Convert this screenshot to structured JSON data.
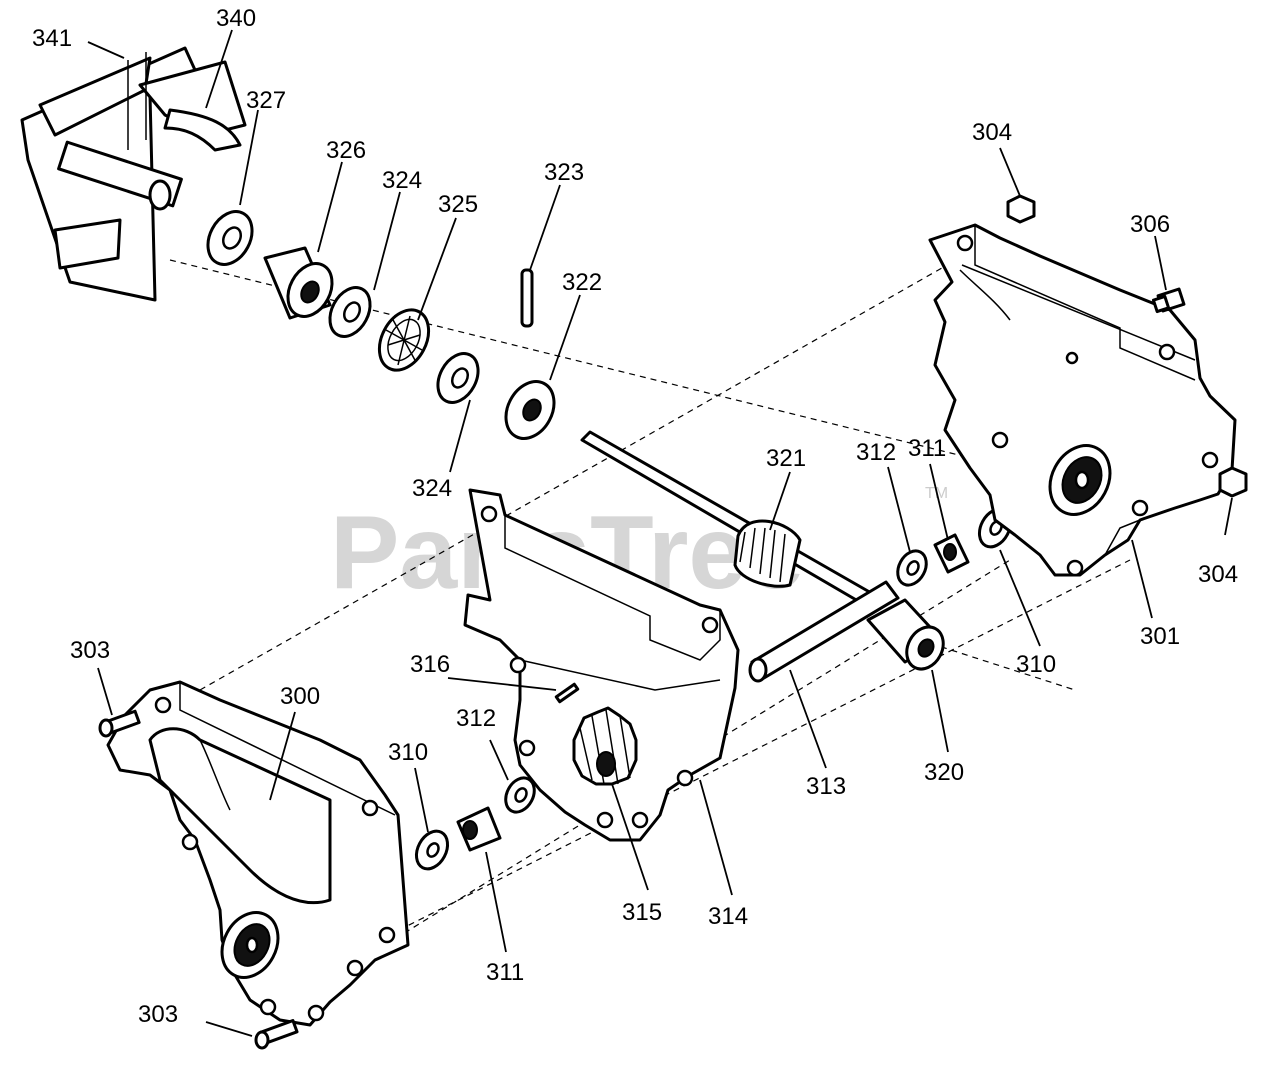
{
  "watermark": {
    "text": "PartsTree",
    "tm": "TM"
  },
  "callouts": {
    "c341": "341",
    "c340": "340",
    "c327": "327",
    "c326": "326",
    "c324a": "324",
    "c325": "325",
    "c323": "323",
    "c322": "322",
    "c324b": "324",
    "c304a": "304",
    "c306": "306",
    "c304b": "304",
    "c301": "301",
    "c310a": "310",
    "c311a": "311",
    "c312a": "312",
    "c321": "321",
    "c313": "313",
    "c320": "320",
    "c314": "314",
    "c315": "315",
    "c316": "316",
    "c312b": "312",
    "c310b": "310",
    "c311b": "311",
    "c300": "300",
    "c303a": "303",
    "c303b": "303"
  }
}
